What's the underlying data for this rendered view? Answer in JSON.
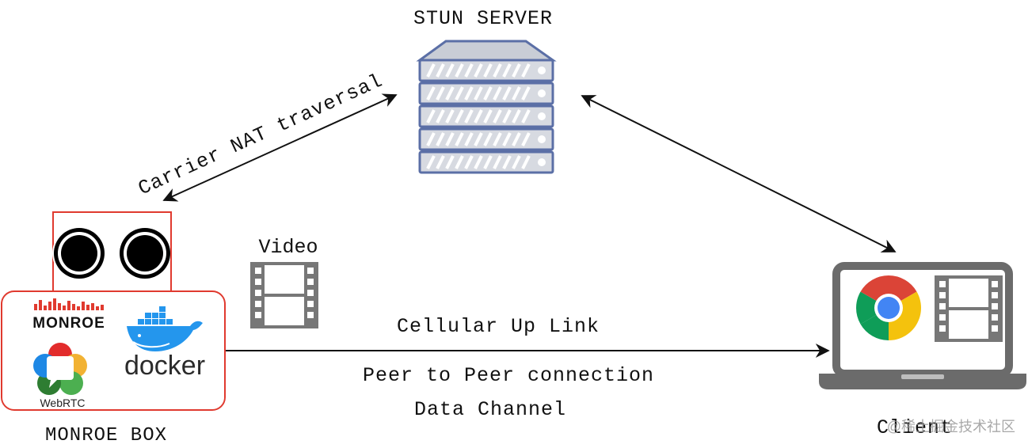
{
  "labels": {
    "stun_server": "STUN SERVER",
    "carrier_nat": "Carrier NAT traversal",
    "video": "Video",
    "cellular_up_link": "Cellular Up Link",
    "peer_to_peer": "Peer to Peer connection",
    "data_channel": "Data Channel",
    "monroe_box": "MONROE BOX",
    "client": "Client"
  },
  "logos": {
    "monroe": "MONROE",
    "docker": "docker",
    "webrtc": "WebRTC"
  },
  "watermark": "@稀土掘金技术社区",
  "icons": [
    "server-icon",
    "camera-icon",
    "film-strip-icon",
    "laptop-icon",
    "chrome-icon",
    "docker-icon",
    "webrtc-icon",
    "monroe-logo"
  ],
  "colors": {
    "box_border": "#e03a2f",
    "server_fill": "#c9cdd6",
    "server_stroke": "#5b6fa6",
    "laptop": "#6b6b6b",
    "docker_blue": "#2496ed",
    "arrow": "#111111"
  }
}
